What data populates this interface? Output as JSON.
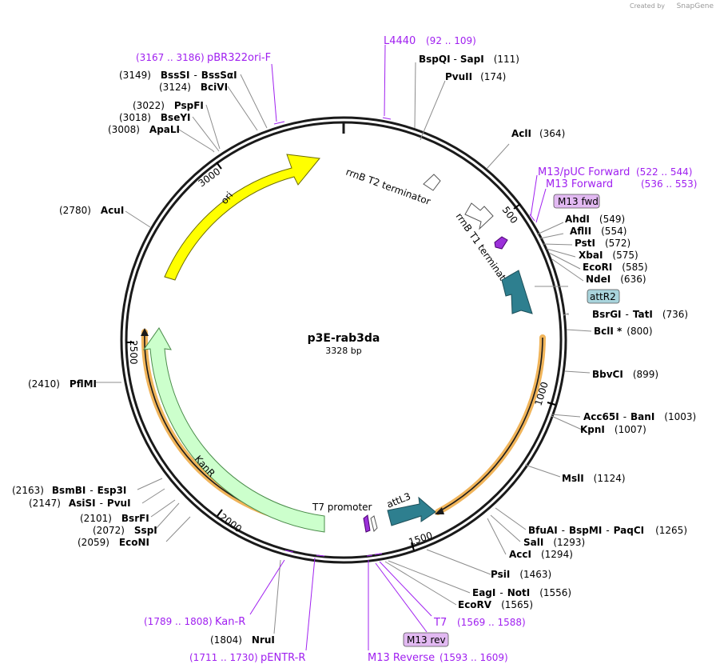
{
  "watermark": {
    "created_by": "Created by",
    "brand": "SnapGene"
  },
  "plasmid": {
    "name": "p3E-rab3da",
    "length": "3328 bp",
    "total_bp": 3328
  },
  "ruler_labels": [
    "500",
    "1000",
    "1500",
    "2000",
    "2500",
    "3000"
  ],
  "features": {
    "ori": "ori",
    "kanr": "KanR",
    "rrnb_t2": "rrnB T2 terminator",
    "rrnb_t1": "rrnB T1 terminator",
    "t7_promoter": "T7 promoter",
    "attl3": "attL3",
    "attr2": "attR2"
  },
  "primers": {
    "pbr322ori_f": {
      "range": "(3167 .. 3186)",
      "name": "pBR322ori-F"
    },
    "l4440": {
      "name": "L4440",
      "range": "(92 .. 109)"
    },
    "m13_puc_fwd": {
      "name": "M13/pUC Forward",
      "range": "(522 .. 544)"
    },
    "m13_fwd": {
      "name": "M13 Forward",
      "range": "(536 .. 553)"
    },
    "m13_fwd_box": "M13 fwd",
    "kan_r": {
      "range": "(1789 .. 1808)",
      "name": "Kan-R"
    },
    "pentr_r": {
      "range": "(1711 .. 1730)",
      "name": "pENTR-R"
    },
    "t7": {
      "name": "T7",
      "range": "(1569 .. 1588)"
    },
    "m13_rev_box": "M13 rev",
    "m13_reverse": {
      "name": "M13 Reverse",
      "range": "(1593 .. 1609)"
    }
  },
  "sites": {
    "bspqi_sapi": {
      "a": "BspQI",
      "sep": "-",
      "b": "SapI",
      "pos": "(111)"
    },
    "pvuii": {
      "name": "PvuII",
      "pos": "(174)"
    },
    "acli": {
      "name": "AclI",
      "pos": "(364)"
    },
    "ahdi": {
      "name": "AhdI",
      "pos": "(549)"
    },
    "aflii": {
      "name": "AflII",
      "pos": "(554)"
    },
    "psti": {
      "name": "PstI",
      "pos": "(572)"
    },
    "xbai": {
      "name": "XbaI",
      "pos": "(575)"
    },
    "ecori": {
      "name": "EcoRI",
      "pos": "(585)"
    },
    "ndei": {
      "name": "NdeI",
      "pos": "(636)"
    },
    "bsrgi_tati": {
      "a": "BsrGI",
      "sep": "-",
      "b": "TatI",
      "pos": "(736)"
    },
    "bcli": {
      "name": "BclI *",
      "pos": "(800)"
    },
    "bbvci": {
      "name": "BbvCI",
      "pos": "(899)"
    },
    "acc65i_bani": {
      "a": "Acc65I",
      "sep": "-",
      "b": "BanI",
      "pos": "(1003)"
    },
    "kpni": {
      "name": "KpnI",
      "pos": "(1007)"
    },
    "msli": {
      "name": "MslI",
      "pos": "(1124)"
    },
    "bfuai": {
      "a": "BfuAI",
      "sep1": "-",
      "b": "BspMI",
      "sep2": "-",
      "c": "PaqCI",
      "pos": "(1265)"
    },
    "sali": {
      "name": "SalI",
      "pos": "(1293)"
    },
    "acci": {
      "name": "AccI",
      "pos": "(1294)"
    },
    "psii": {
      "name": "PsiI",
      "pos": "(1463)"
    },
    "eagi_noti": {
      "a": "EagI",
      "sep": "-",
      "b": "NotI",
      "pos": "(1556)"
    },
    "ecorv": {
      "name": "EcoRV",
      "pos": "(1565)"
    },
    "nrui": {
      "pos": "(1804)",
      "name": "NruI"
    },
    "econi": {
      "pos": "(2059)",
      "name": "EcoNI"
    },
    "sspi": {
      "pos": "(2072)",
      "name": "SspI"
    },
    "bsrfi": {
      "pos": "(2101)",
      "name": "BsrFI"
    },
    "asisi_pvui": {
      "pos": "(2147)",
      "a": "AsiSI",
      "sep": "-",
      "b": "PvuI"
    },
    "bsmbi_esp3i": {
      "pos": "(2163)",
      "a": "BsmBI",
      "sep": "-",
      "b": "Esp3I"
    },
    "pflmi": {
      "pos": "(2410)",
      "name": "PflMI"
    },
    "acui": {
      "pos": "(2780)",
      "name": "AcuI"
    },
    "apali": {
      "pos": "(3008)",
      "name": "ApaLI"
    },
    "bseyi": {
      "pos": "(3018)",
      "name": "BseYI"
    },
    "pspfi": {
      "pos": "(3022)",
      "name": "PspFI"
    },
    "bcivi": {
      "pos": "(3124)",
      "name": "BciVI"
    },
    "bsssi": {
      "pos": "(3149)",
      "a": "BssSI",
      "sep": "-",
      "b": "BssSαI"
    }
  },
  "colors": {
    "ori": "#ffff00",
    "kanr": "#ccffcc",
    "attl3": "#2e7f8f",
    "primer": "#a020f0",
    "orf": "#e8a33a",
    "backbone": "#1a1a1a"
  }
}
